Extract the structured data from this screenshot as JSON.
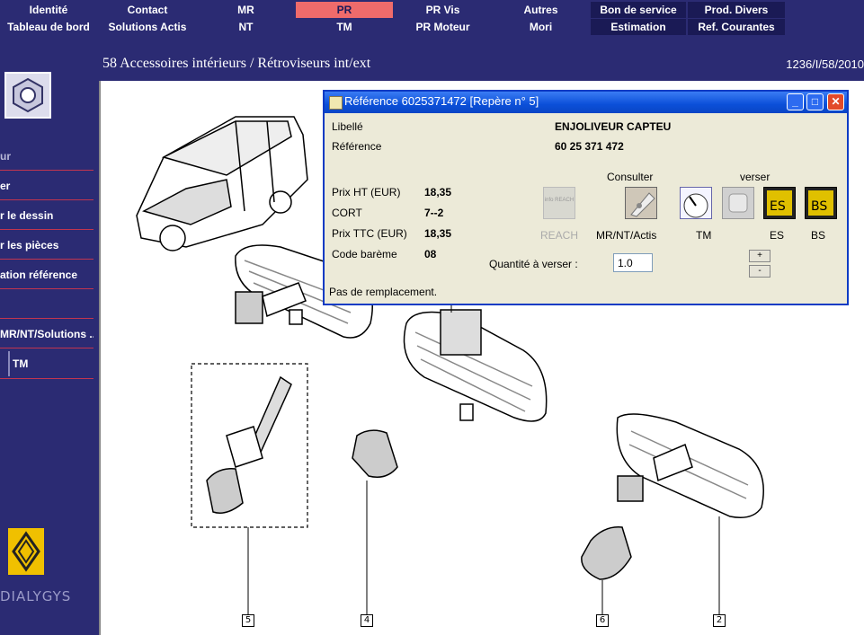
{
  "nav": {
    "row1": [
      "Identité",
      "Contact",
      "MR",
      "PR",
      "PR Vis",
      "Autres",
      "Bon de service",
      "Prod. Divers"
    ],
    "row2": [
      "Tableau de bord",
      "Solutions Actis",
      "NT",
      "TM",
      "PR Moteur",
      "Mori",
      "Estimation",
      "Ref. Courantes"
    ],
    "active": "PR"
  },
  "leftpanel": {
    "items": [
      "ur",
      "er",
      "r le dessin",
      "r les pièces",
      "ation référence",
      "MR/NT/Solutions ..."
    ],
    "tm_label": "TM",
    "brand": "DIALYGYS"
  },
  "header": {
    "breadcrumb": "58 Accessoires intérieurs / Rétroviseurs int/ext",
    "page_code": "1236/I/58/2010"
  },
  "callouts": [
    "5",
    "4",
    "6",
    "2"
  ],
  "dialog": {
    "title": "Référence 6025371472 [Repère n° 5]",
    "libelle_label": "Libellé",
    "libelle_value": "ENJOLIVEUR CAPTEU",
    "reference_label": "Référence",
    "reference_value": "60 25 371 472",
    "prix_ht_label": "Prix HT (EUR)",
    "prix_ht_value": "18,35",
    "cort_label": "CORT",
    "cort_value": "7--2",
    "prix_ttc_label": "Prix TTC (EUR)",
    "prix_ttc_value": "18,35",
    "code_bareme_label": "Code barème",
    "code_bareme_value": "08",
    "consulter_label": "Consulter",
    "verser_label": "verser",
    "reach_label": "REACH",
    "reach_icon_text": "info REACH",
    "mr_label": "MR/NT/Actis",
    "tm_label": "TM",
    "es_label": "ES",
    "bs_label": "BS",
    "quantite_label": "Quantité à verser :",
    "quantite_value": "1.0",
    "plus_label": "+",
    "minus_label": "-",
    "remplacement": "Pas de remplacement."
  }
}
